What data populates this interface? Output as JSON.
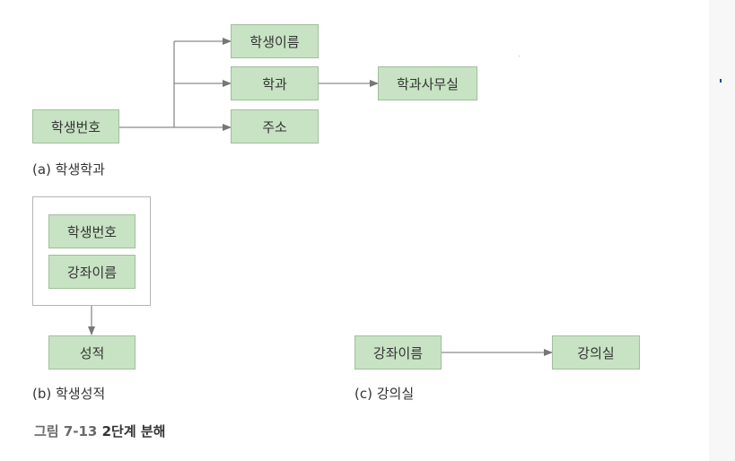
{
  "diagram_a": {
    "student_id": "학생번호",
    "student_name": "학생이름",
    "department": "학과",
    "address": "주소",
    "dept_office": "학과사무실",
    "caption": "(a) 학생학과"
  },
  "diagram_b": {
    "student_id": "학생번호",
    "course_name": "강좌이름",
    "grade": "성적",
    "caption": "(b) 학생성적"
  },
  "diagram_c": {
    "course_name": "강좌이름",
    "classroom": "강의실",
    "caption": "(c) 강의실"
  },
  "figure": {
    "label": "그림 7-13",
    "title": "2단계 분해"
  },
  "colors": {
    "box_fill": "#c8e3c4",
    "box_border": "#9fbf9a",
    "arrow": "#777777",
    "text": "#333333"
  }
}
